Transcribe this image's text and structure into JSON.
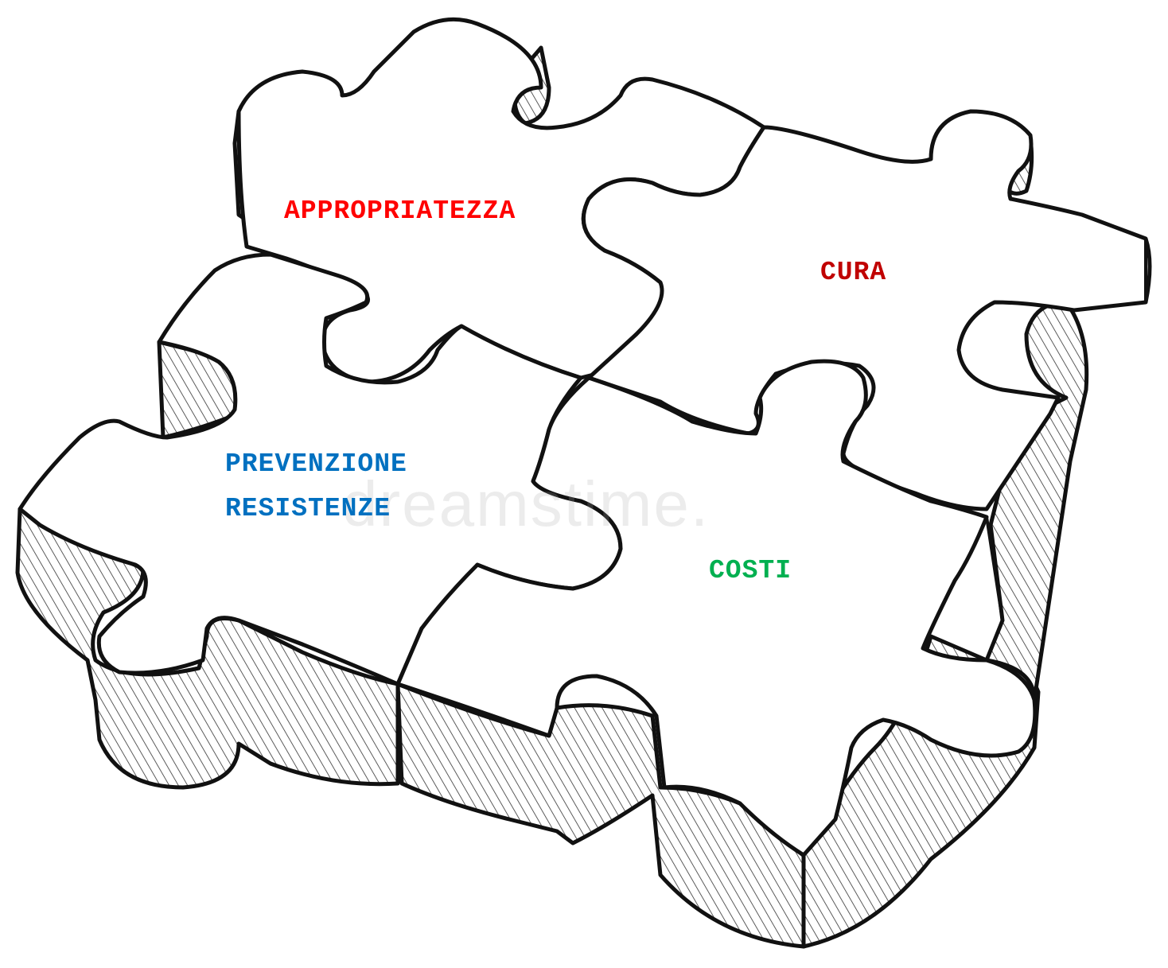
{
  "labels": {
    "top_left": "APPROPRIATEZZA",
    "top_right": "CURA",
    "bottom_left_line1": "PREVENZIONE",
    "bottom_left_line2": "RESISTENZE",
    "bottom_right": "COSTI"
  },
  "watermark": "dreamstime.",
  "colors": {
    "appropriatezza": "#ff0000",
    "cura": "#c00000",
    "prevenzione_resistenze": "#0070c0",
    "costi": "#00b050",
    "outline": "#111111",
    "background": "#ffffff"
  }
}
